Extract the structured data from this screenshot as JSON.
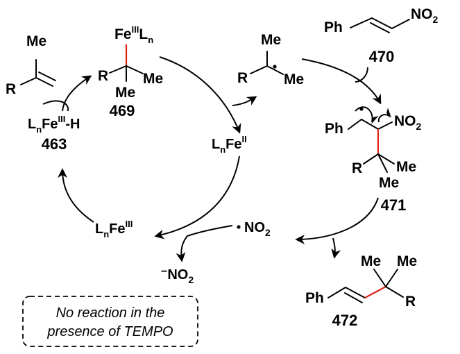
{
  "colors": {
    "highlight_bond": "#e0241a",
    "ink": "#000000"
  },
  "atoms": {
    "me": "Me",
    "r": "R",
    "ph": "Ph",
    "no2": "NO",
    "no2_sub": "2",
    "fe": "Fe",
    "fe3_sup": "III",
    "fe2_sup": "II",
    "l": "L",
    "n_sub": "n",
    "h": "-H",
    "minus": "−"
  },
  "compounds": {
    "c469": "469",
    "c463": "463",
    "c470": "470",
    "c471": "471",
    "c472": "472"
  },
  "note": {
    "line1": "No reaction in the",
    "line2": "presence of TEMPO"
  }
}
